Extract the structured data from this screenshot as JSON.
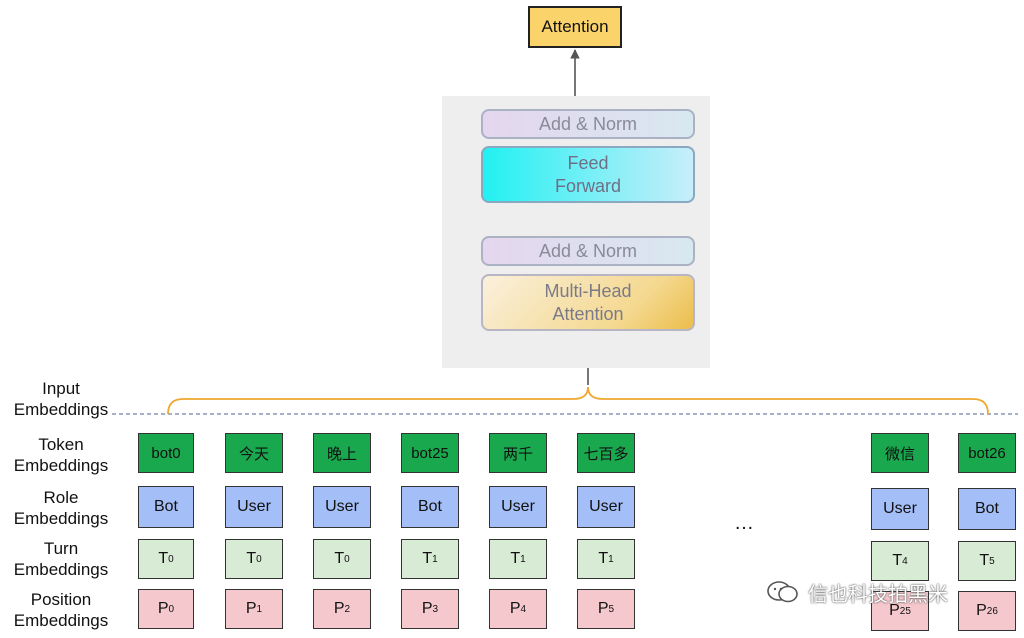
{
  "diagram": {
    "output_label": "Attention",
    "encoder": {
      "add_norm_top": "Add & Norm",
      "feed_forward": [
        "Feed",
        "Forward"
      ],
      "add_norm_bottom": "Add & Norm",
      "multi_head": [
        "Multi-Head",
        "Attention"
      ]
    },
    "row_labels": {
      "input": [
        "Input",
        "Embeddings"
      ],
      "token": [
        "Token",
        "Embeddings"
      ],
      "role": [
        "Role",
        "Embeddings"
      ],
      "turn": [
        "Turn",
        "Embeddings"
      ],
      "position": [
        "Position",
        "Embeddings"
      ]
    },
    "columns": [
      {
        "token": "bot0",
        "role": "Bot",
        "turn": [
          "T",
          "0"
        ],
        "pos": [
          "P",
          "0"
        ]
      },
      {
        "token": "今天",
        "role": "User",
        "turn": [
          "T",
          "0"
        ],
        "pos": [
          "P",
          "1"
        ]
      },
      {
        "token": "晚上",
        "role": "User",
        "turn": [
          "T",
          "0"
        ],
        "pos": [
          "P",
          "2"
        ]
      },
      {
        "token": "bot25",
        "role": "Bot",
        "turn": [
          "T",
          "1"
        ],
        "pos": [
          "P",
          "3"
        ]
      },
      {
        "token": "两千",
        "role": "User",
        "turn": [
          "T",
          "1"
        ],
        "pos": [
          "P",
          "4"
        ]
      },
      {
        "token": "七百多",
        "role": "User",
        "turn": [
          "T",
          "1"
        ],
        "pos": [
          "P",
          "5"
        ]
      },
      {
        "token": "微信",
        "role": "User",
        "turn": [
          "T",
          "4"
        ],
        "pos": [
          "P",
          "25"
        ]
      },
      {
        "token": "bot26",
        "role": "Bot",
        "turn": [
          "T",
          "5"
        ],
        "pos": [
          "P",
          "26"
        ]
      }
    ],
    "ellipsis": "…",
    "watermark": "信也科技拍黑米"
  }
}
